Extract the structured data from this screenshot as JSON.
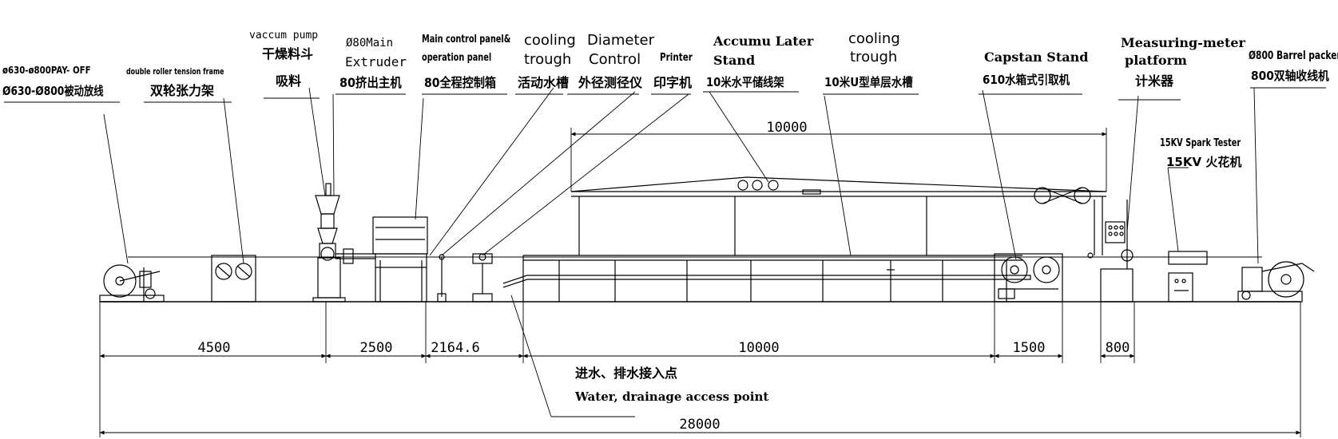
{
  "labels": {
    "payoff_en": "ø630-ø800PAY- OFF",
    "payoff_cn": "Ø630-Ø800被动放线",
    "tension_en": "double roller tension frame",
    "tension_cn": "双轮张力架",
    "vacuum_en": "vaccum pump",
    "vacuum_cn1": "干燥料斗",
    "vacuum_cn2": "吸料",
    "extruder_en1": "Ø80Main",
    "extruder_en2": "Extruder",
    "extruder_cn": "80挤出主机",
    "control_en1": "Main control panel&",
    "control_en2": "operation panel",
    "control_cn": "80全程控制箱",
    "cooling1_en1": "cooling",
    "cooling1_en2": "trough",
    "cooling1_cn": "活动水槽",
    "diameter_en1": "Diameter",
    "diameter_en2": "Control",
    "diameter_cn": "外径测径仪",
    "printer_en": "Printer",
    "printer_cn": "印字机",
    "accum_en1": "Accumu Later",
    "accum_en2": "Stand",
    "accum_cn": "10米水平储线架",
    "cooling2_en1": "cooling",
    "cooling2_en2": "trough",
    "cooling2_cn": "10米U型单层水槽",
    "capstan_en": "Capstan Stand",
    "capstan_cn": "610水箱式引取机",
    "meter_en1": "Measuring-meter",
    "meter_en2": "platform",
    "meter_cn": "计米器",
    "packer_en": "Ø800 Barrel packer",
    "packer_cn": "800双轴收线机",
    "spark_en": "15KV Spark Tester",
    "spark_cn": "15KV 火花机",
    "water_cn": "进水、排水接入点",
    "water_en": "Water, drainage access point"
  },
  "dimensions": {
    "top": "10000",
    "d1": "4500",
    "d2": "2500",
    "d3": "2164.6",
    "d4": "10000",
    "d5": "1500",
    "d6": "800",
    "total": "28000"
  }
}
